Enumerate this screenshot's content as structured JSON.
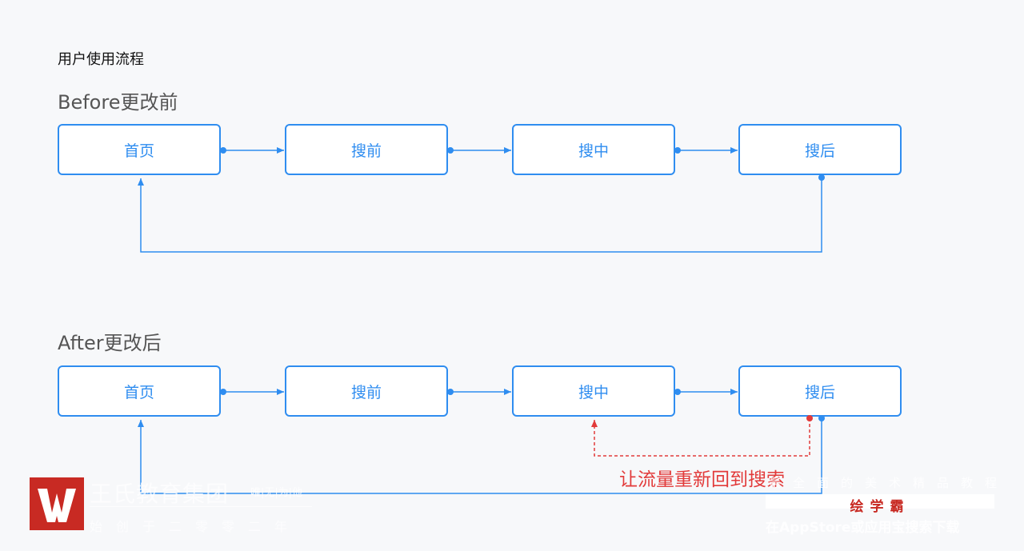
{
  "page": {
    "title": "用户使用流程"
  },
  "before": {
    "title": "Before更改前",
    "steps": [
      "首页",
      "搜前",
      "搜中",
      "搜后"
    ]
  },
  "after": {
    "title": "After更改后",
    "steps": [
      "首页",
      "搜前",
      "搜中",
      "搜后"
    ],
    "annotation": "让流量重新回到搜索"
  },
  "colors": {
    "accent": "#2f8df0",
    "highlight": "#e23a3a",
    "background": "#f7f8fa"
  },
  "watermark_left": {
    "name": "王氏教育集团",
    "tagline": "唯|无|为|他",
    "slogan": "始创于二零零二年"
  },
  "watermark_right": {
    "top": "最全面的美术精品教程",
    "brand": "绘学霸",
    "bottom": "在AppStore或应用宝搜索下载"
  }
}
